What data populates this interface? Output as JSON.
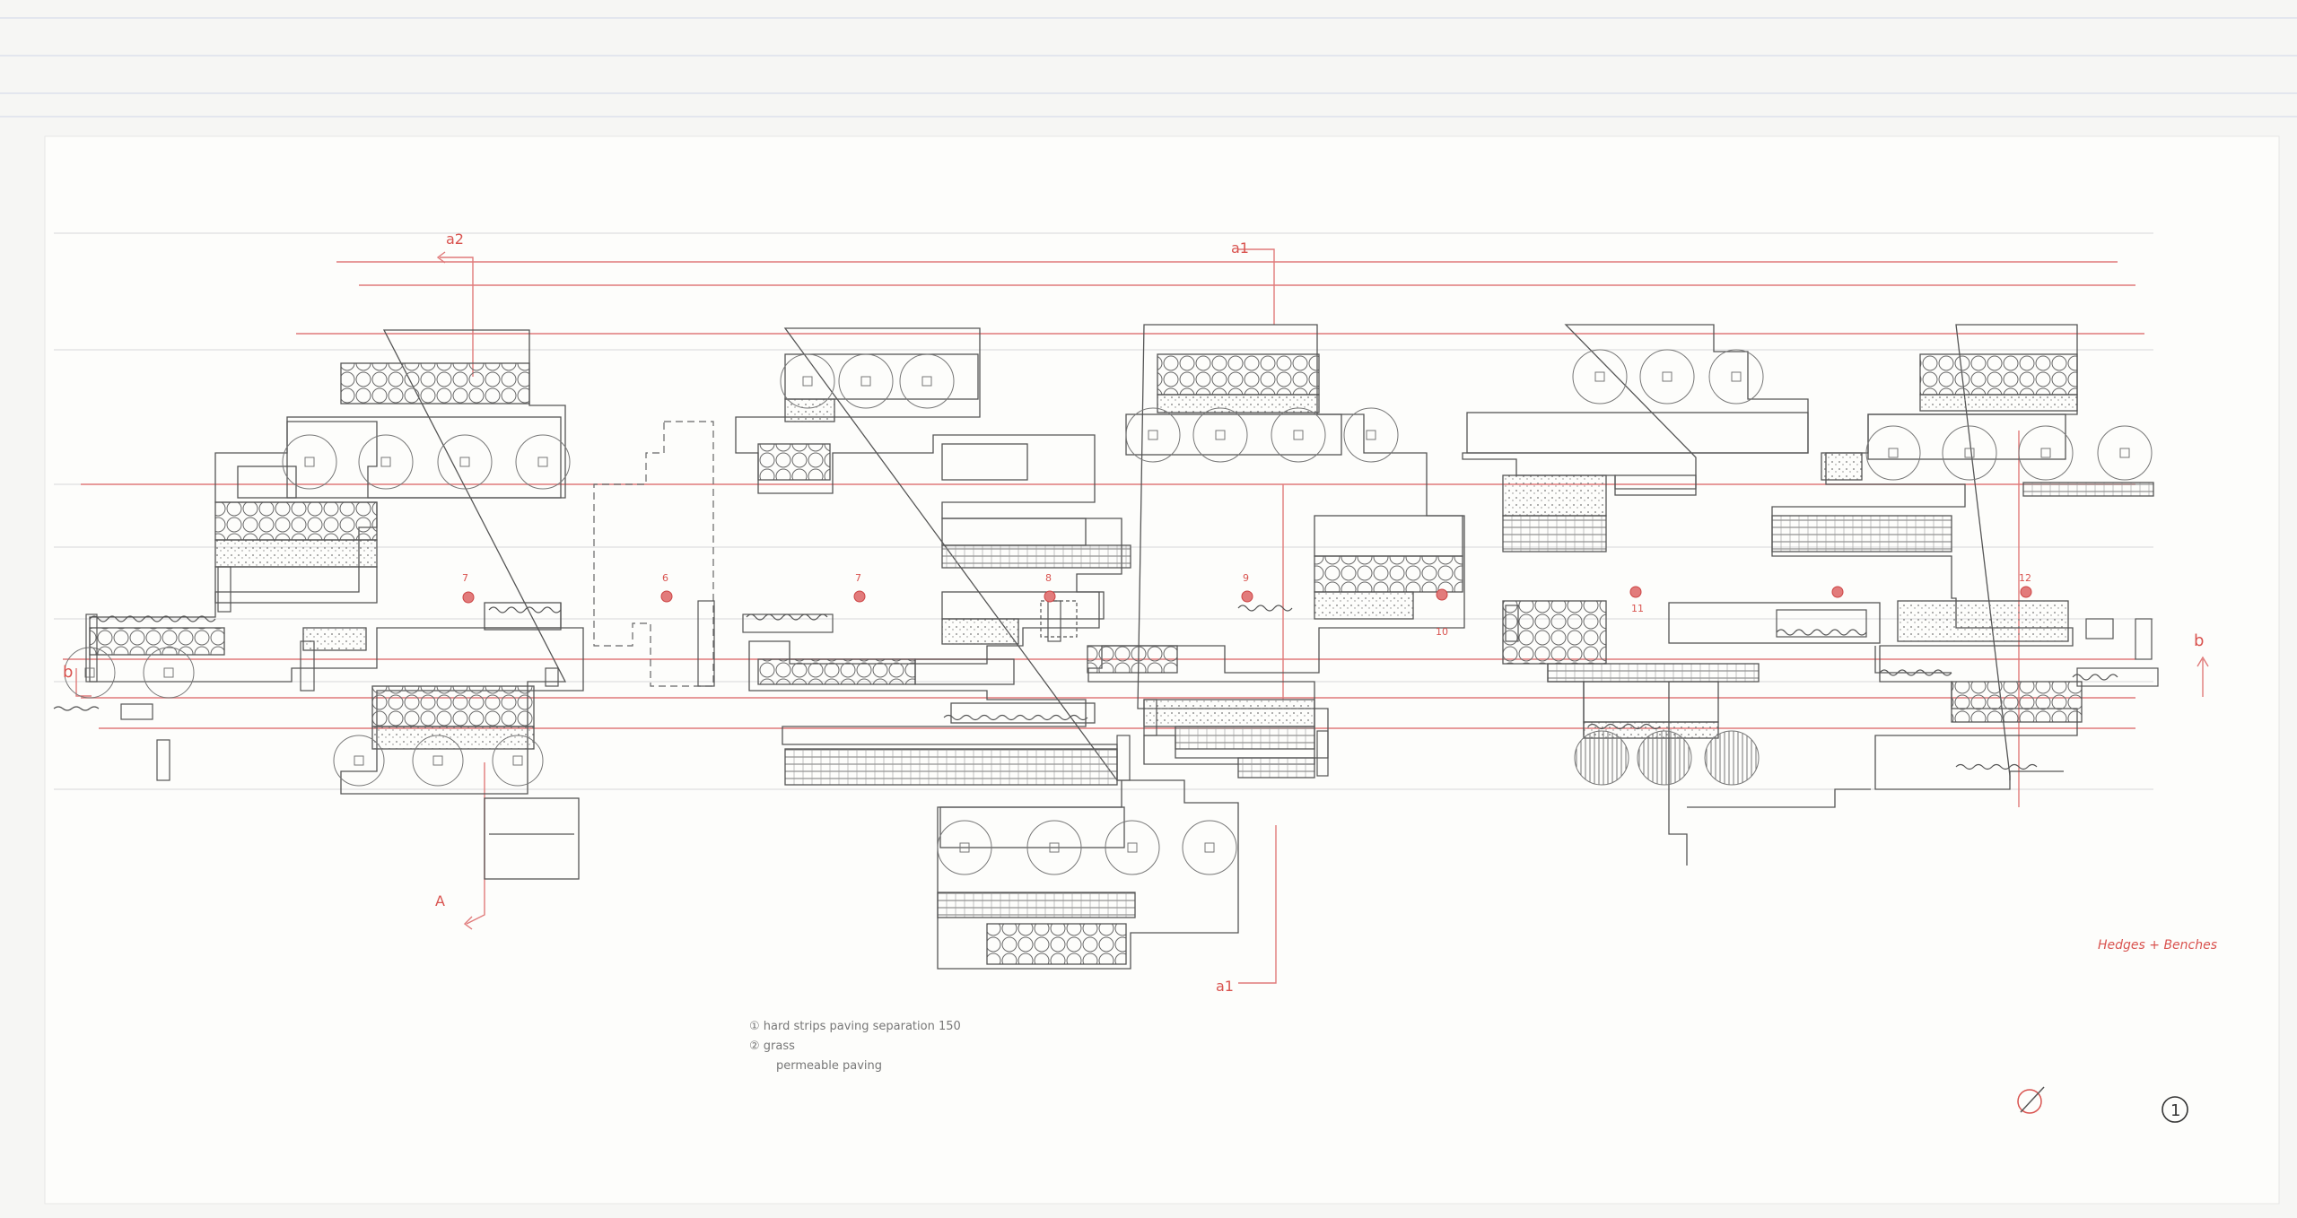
{
  "colors": {
    "paper": "#fdfdfb",
    "ink": "#4a4a4a",
    "red": "#d9534f",
    "scan_edge": "#e6e8ee"
  },
  "labels": {
    "a2": "a2",
    "a1_top": "a1",
    "a1_bottom": "a1",
    "b_left": "b",
    "b_right": "b",
    "section_a": "A",
    "title": "Hedges + Benches",
    "sheet_number": "1"
  },
  "markers": [
    "7",
    "6",
    "7",
    "8",
    "9",
    "10",
    "11",
    "12"
  ],
  "notes": {
    "line1": "① hard strips      paving separation 150",
    "line2": "② grass",
    "line3": "permeable paving"
  },
  "icons": [
    "north-arrow-icon",
    "tree-symbol-icon",
    "section-arrow-icon"
  ]
}
